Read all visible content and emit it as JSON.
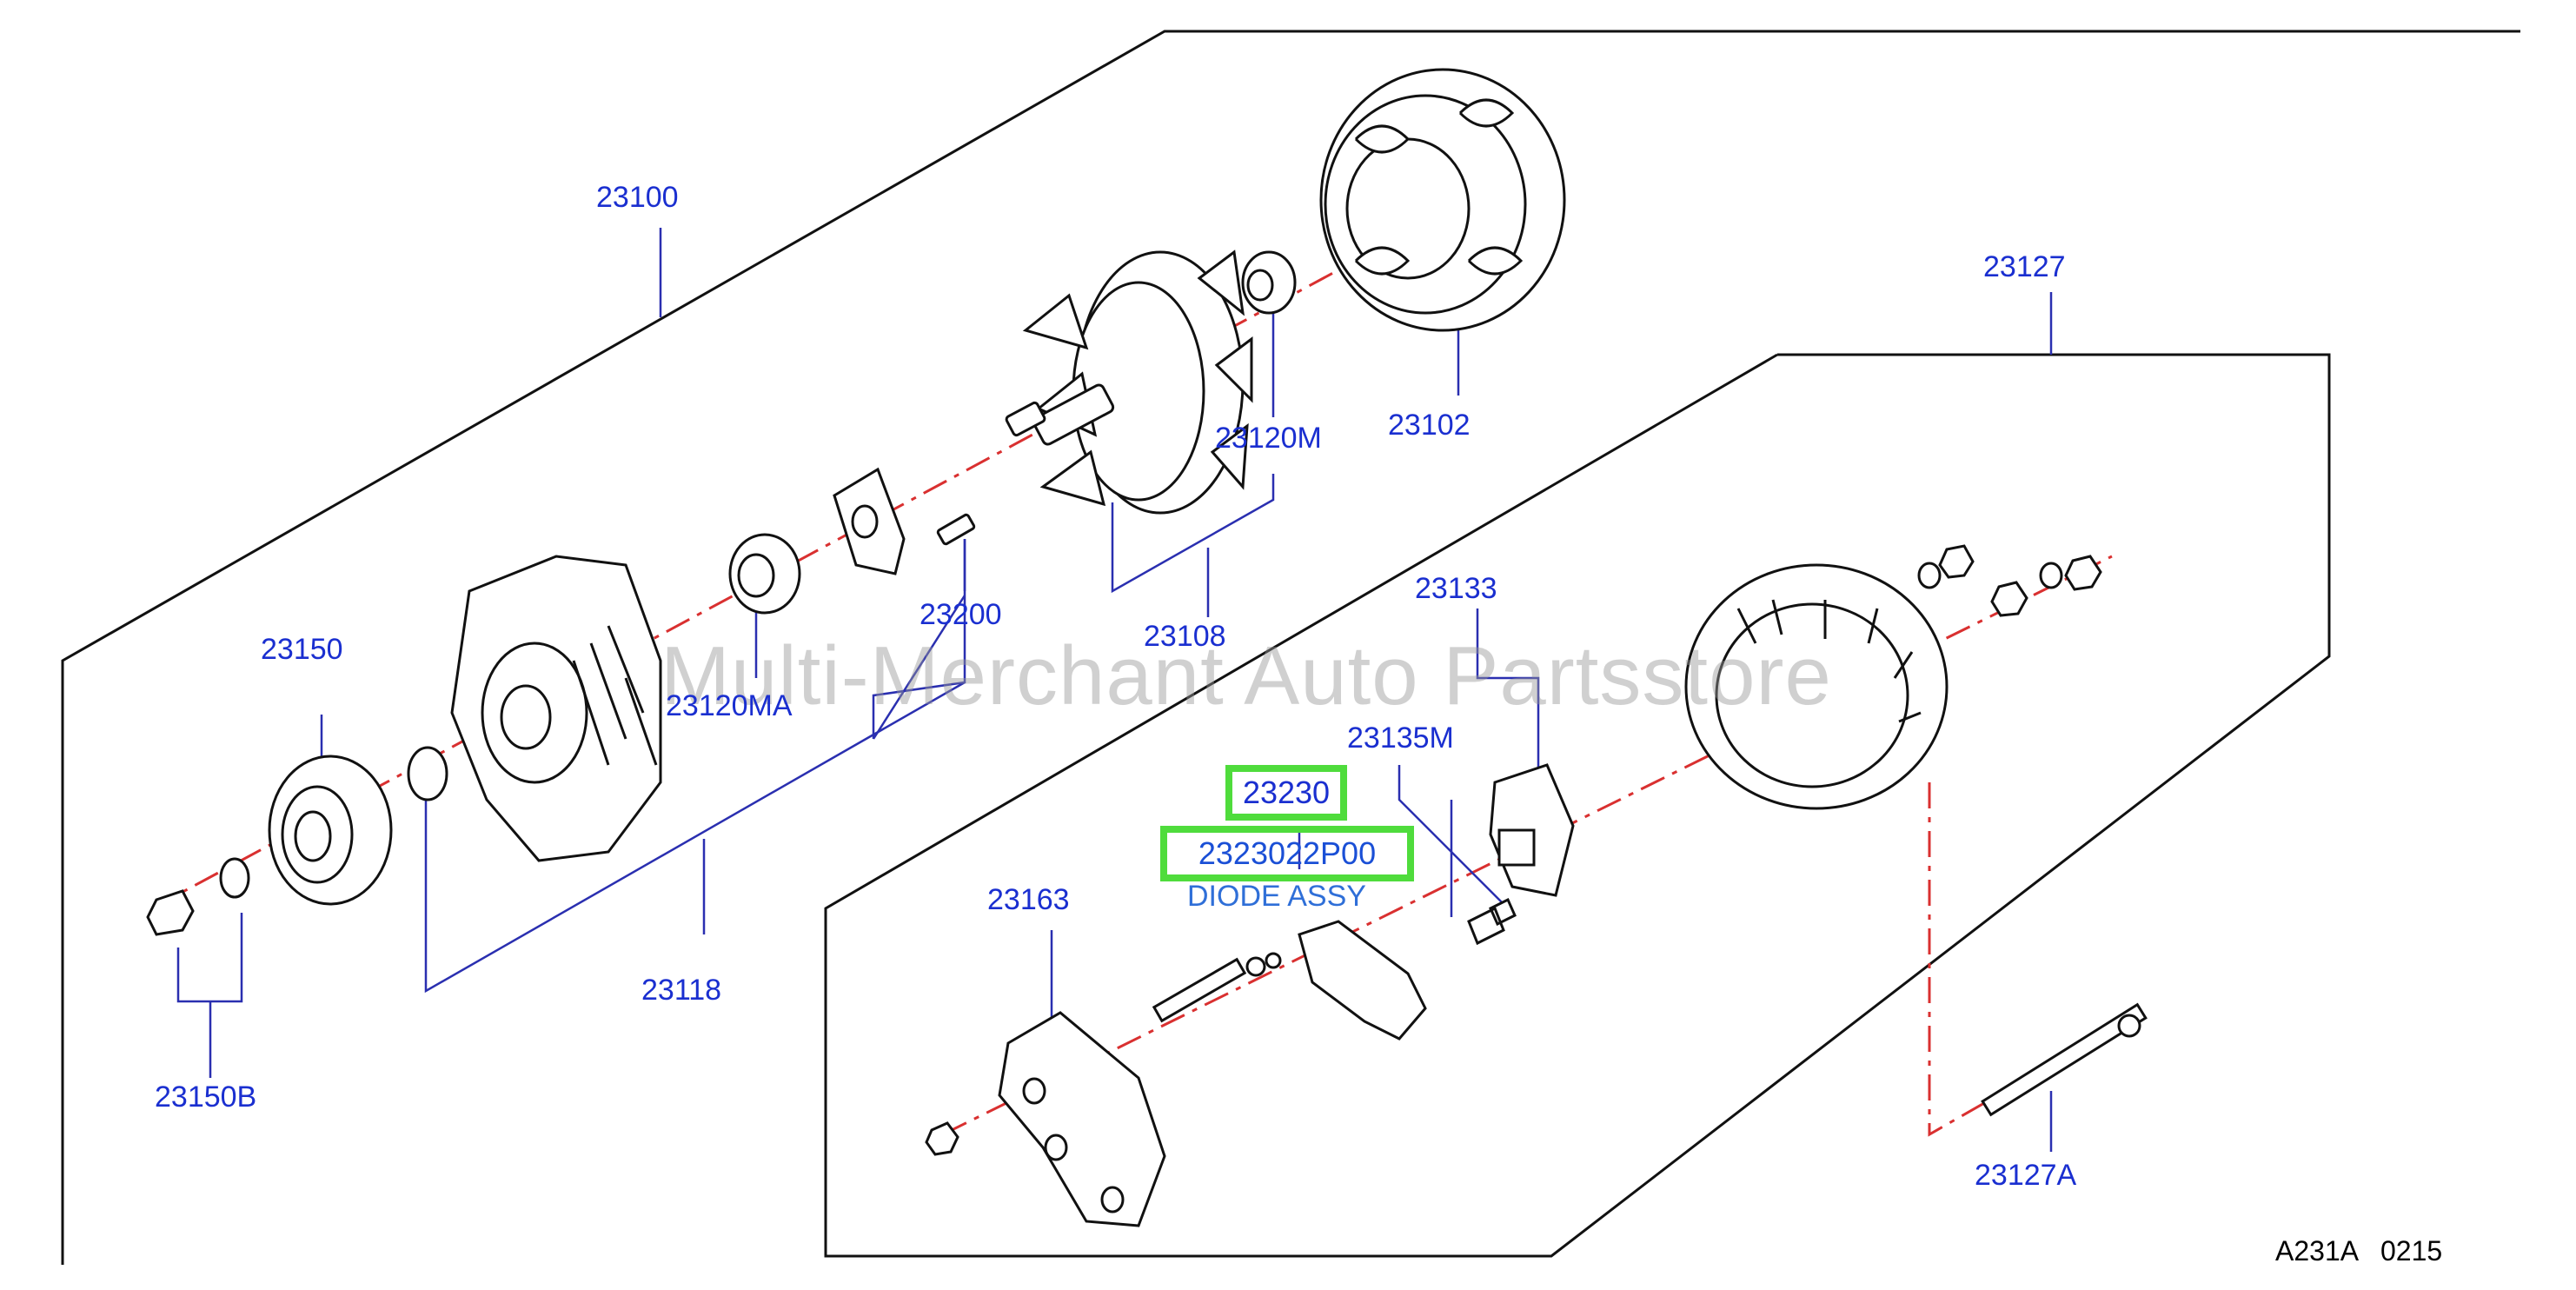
{
  "watermark": "Multi-Merchant Auto Partsstore",
  "diagram_code": "A231A   0215",
  "highlight": {
    "part_number": "23230",
    "oem_number": "2323022P00",
    "description": "DIODE ASSY"
  },
  "callouts": {
    "p23100": "23100",
    "p23127": "23127",
    "p23102": "23102",
    "p23120M": "23120M",
    "p23108": "23108",
    "p23200": "23200",
    "p23150": "23150",
    "p23120MA": "23120MA",
    "p23133": "23133",
    "p23135M": "23135M",
    "p23163": "23163",
    "p23118": "23118",
    "p23150B": "23150B",
    "p23127A": "23127A"
  },
  "colors": {
    "callout_text": "#1a2fd0",
    "highlight_border": "#4fdc3c",
    "center_line": "#d93030",
    "outline": "#111111"
  }
}
